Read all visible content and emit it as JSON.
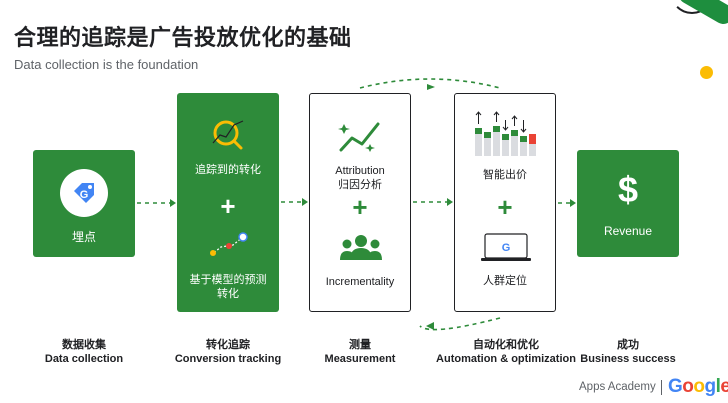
{
  "title": "合理的追踪是广告投放优化的基础",
  "subtitle": "Data collection is the foundation",
  "colors": {
    "green": "#2e8b3a",
    "yellow": "#fbbc04",
    "red": "#ea4335",
    "blue": "#4285f4"
  },
  "boxes": {
    "data_collection": {
      "label": "埋点",
      "icon": "google-tag-icon"
    },
    "conversion": {
      "top_label": "追踪到的转化",
      "bottom_label_1": "基于模型的预测",
      "bottom_label_2": "转化",
      "plus": "+"
    },
    "measurement": {
      "attribution": "Attribution",
      "attribution_cn": "归因分析",
      "incrementality": "Incrementality",
      "plus": "+"
    },
    "automation": {
      "bidding": "智能出价",
      "audience": "人群定位",
      "plus": "+"
    },
    "revenue": {
      "symbol": "$",
      "label": "Revenue"
    }
  },
  "captions": [
    {
      "cn": "数据收集",
      "en": "Data collection"
    },
    {
      "cn": "转化追踪",
      "en": "Conversion tracking"
    },
    {
      "cn": "测量",
      "en": "Measurement"
    },
    {
      "cn": "自动化和优化",
      "en": "Automation & optimization"
    },
    {
      "cn": "成功",
      "en": "Business success"
    }
  ],
  "footer": {
    "brand": "Apps Academy",
    "google_letters": [
      "G",
      "o",
      "o",
      "g",
      "l",
      "e"
    ]
  }
}
